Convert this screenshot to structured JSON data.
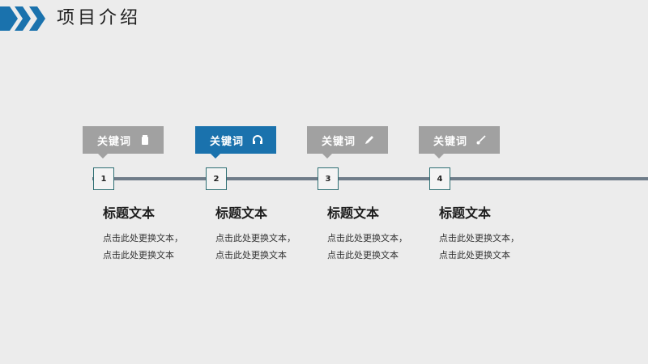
{
  "title": "项目介绍",
  "colors": {
    "accent": "#1a72ad",
    "tag_inactive": "#a1a1a1",
    "line": "#6f7c89",
    "background": "#ececec"
  },
  "steps": [
    {
      "tag": "关键词",
      "icon": "battery-icon",
      "active": false,
      "number": "1",
      "title": "标题文本",
      "desc_line1": "点击此处更换文本，",
      "desc_line2": "点击此处更换文本"
    },
    {
      "tag": "关键词",
      "icon": "headphones-icon",
      "active": true,
      "number": "2",
      "title": "标题文本",
      "desc_line1": "点击此处更换文本，",
      "desc_line2": "点击此处更换文本"
    },
    {
      "tag": "关键词",
      "icon": "pencil-icon",
      "active": false,
      "number": "3",
      "title": "标题文本",
      "desc_line1": "点击此处更换文本，",
      "desc_line2": "点击此处更换文本"
    },
    {
      "tag": "关键词",
      "icon": "brush-icon",
      "active": false,
      "number": "4",
      "title": "标题文本",
      "desc_line1": "点击此处更换文本，",
      "desc_line2": "点击此处更换文本"
    }
  ]
}
